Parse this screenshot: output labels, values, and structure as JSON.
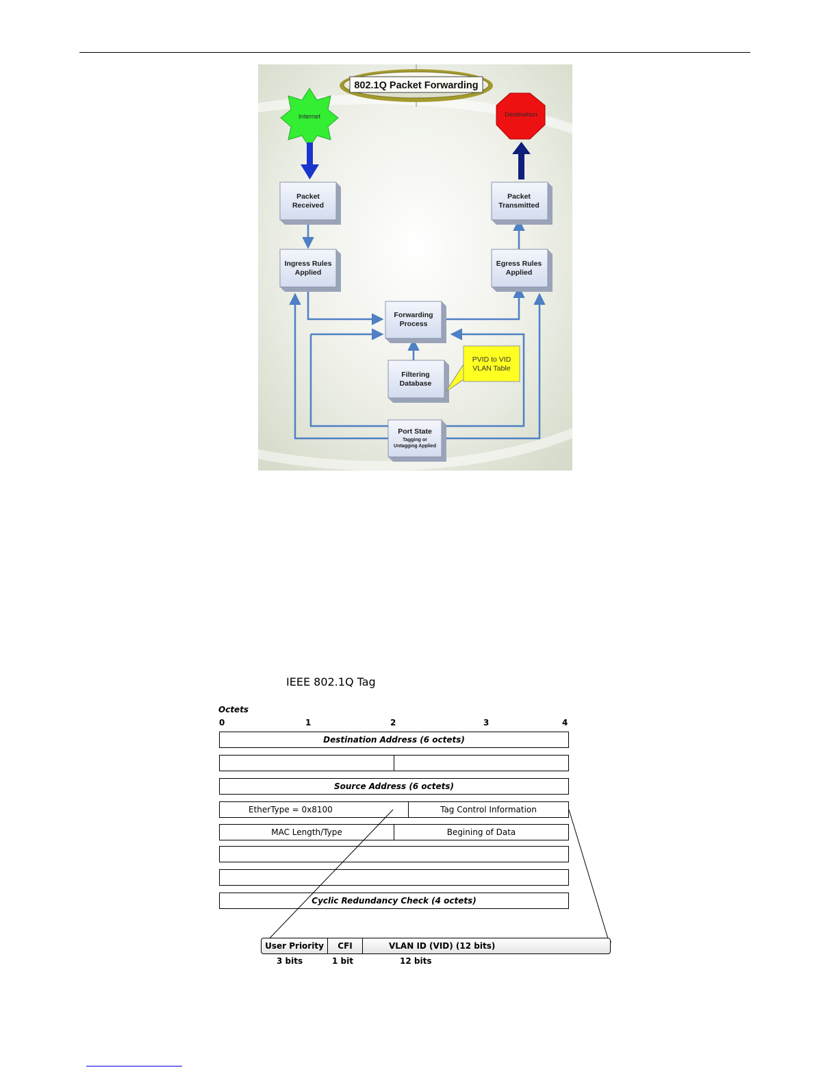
{
  "forwarding_diagram": {
    "title": "802.1Q Packet Forwarding",
    "internet": "Internet",
    "destination": "Destination",
    "packet_received": [
      "Packet",
      "Received"
    ],
    "packet_transmitted": [
      "Packet",
      "Transmitted"
    ],
    "ingress_rules": [
      "Ingress Rules",
      "Applied"
    ],
    "egress_rules": [
      "Egress Rules",
      "Applied"
    ],
    "forwarding_process": [
      "Forwarding",
      "Process"
    ],
    "filtering_database": [
      "Filtering",
      "Database"
    ],
    "pvid_note": [
      "PVID to VID",
      "VLAN Table"
    ],
    "port_state": "Port State",
    "port_state_sub": [
      "Tagging or",
      "Untagging Applied"
    ]
  },
  "tag_diagram": {
    "title": "IEEE 802.1Q Tag",
    "octets_label": "Octets",
    "octet_numbers": [
      "0",
      "1",
      "2",
      "3",
      "4"
    ],
    "rows": [
      {
        "cells": [
          "Destination Address (6 octets)"
        ]
      },
      {
        "cells": [
          "",
          ""
        ]
      },
      {
        "cells": [
          "Source Address (6 octets)"
        ]
      },
      {
        "cells": [
          "EtherType = 0x8100",
          "Tag Control Information"
        ]
      },
      {
        "cells": [
          "MAC Length/Type",
          "Begining of Data"
        ]
      },
      {
        "cells": [
          ""
        ]
      },
      {
        "cells": [
          ""
        ]
      },
      {
        "cells": [
          "Cyclic Redundancy Check (4 octets)"
        ]
      }
    ],
    "tci_fields": [
      "User Priority",
      "CFI",
      "VLAN ID (VID) (12 bits)"
    ],
    "tci_bits": [
      "3 bits",
      "1 bit",
      "12 bits"
    ]
  }
}
